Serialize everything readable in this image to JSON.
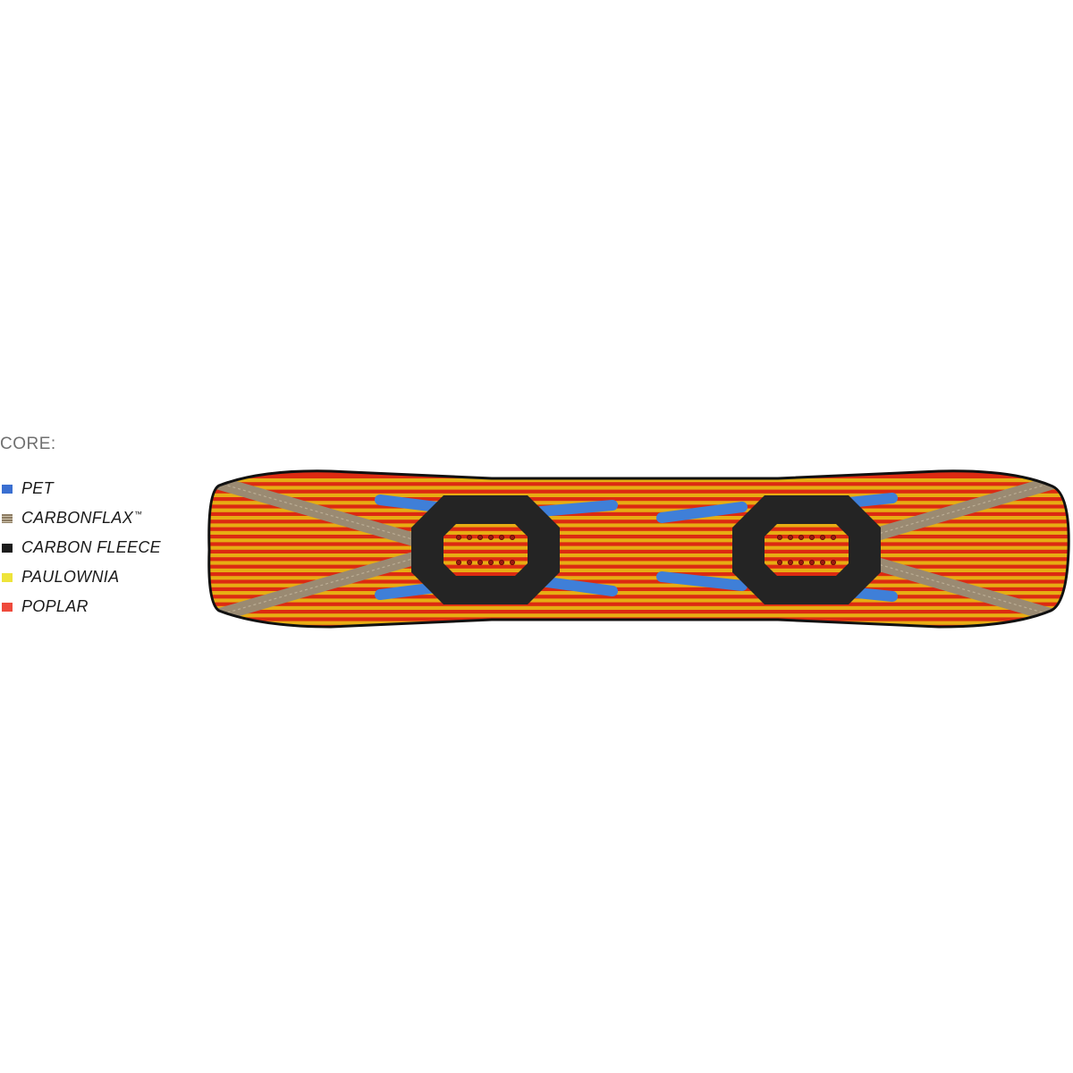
{
  "legend": {
    "title": "CORE:",
    "items": [
      {
        "key": "pet",
        "label": "PET",
        "trademark": "",
        "color": "#3a6fd1"
      },
      {
        "key": "carbonflax",
        "label": "CARBONFLAX",
        "trademark": "™",
        "color": "#8c7b62"
      },
      {
        "key": "carbon-fleece",
        "label": "CARBON FLEECE",
        "trademark": "",
        "color": "#1c1c1c"
      },
      {
        "key": "paulownia",
        "label": "PAULOWNIA",
        "trademark": "",
        "color": "#eee43a"
      },
      {
        "key": "poplar",
        "label": "POPLAR",
        "trademark": "",
        "color": "#ef4a3c"
      }
    ]
  },
  "board": {
    "colors": {
      "poplar": "#dc2a12",
      "paulownia": "#e7b913",
      "pet": "#3f7fd8",
      "carbonflax": "#9a8a72",
      "carbon_fleece": "#242424",
      "outline": "#111111",
      "insert": "#9c1a10"
    }
  }
}
